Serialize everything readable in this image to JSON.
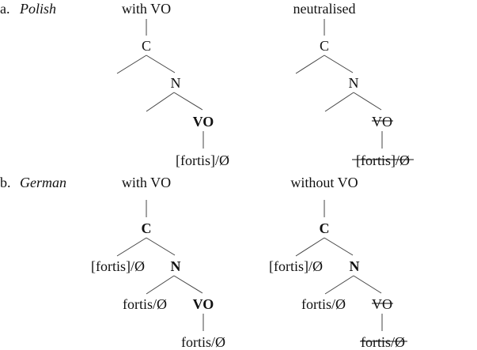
{
  "examples": [
    {
      "label": "a.",
      "language": "Polish",
      "trees": [
        {
          "title": "with VO",
          "c": "C",
          "n": "N",
          "vo": "VO",
          "leaf": "[fortis]/Ø",
          "vo_struck": false
        },
        {
          "title": "neutralised",
          "c": "C",
          "n": "N",
          "vo": "VO",
          "leaf": "[fortis]/Ø",
          "vo_struck": true
        }
      ]
    },
    {
      "label": "b.",
      "language": "German",
      "trees": [
        {
          "title": "with VO",
          "c": "C",
          "c_dep": "[fortis]/Ø",
          "n": "N",
          "n_dep": "fortis/Ø",
          "vo": "VO",
          "leaf": "fortis/Ø",
          "vo_struck": false
        },
        {
          "title": "without VO",
          "c": "C",
          "c_dep": "[fortis]/Ø",
          "n": "N",
          "n_dep": "fortis/Ø",
          "vo": "VO",
          "leaf": "fortis/Ø",
          "vo_struck": true
        }
      ]
    }
  ]
}
